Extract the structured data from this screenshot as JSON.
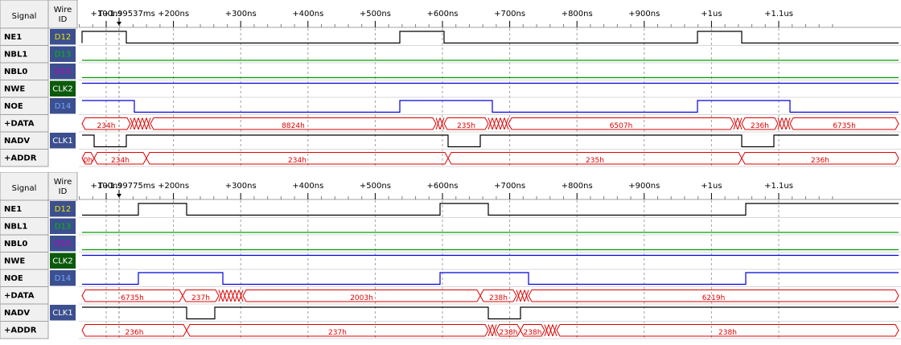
{
  "header": {
    "signal_label": "Signal",
    "wire_label_line1": "Wire",
    "wire_label_line2": "ID"
  },
  "colors": {
    "black_trace": "#000000",
    "green_trace": "#00a000",
    "blue_trace": "#0000e0",
    "bus_trace": "#e00000",
    "grid": "#a0a0a0",
    "id_d12": "#e8e800",
    "id_d13": "#00c000",
    "id_d15": "#c000c0",
    "id_d14": "#6fa8ff",
    "id_bg": "#3c4f8e",
    "clk2_bg": "#0b5a0b",
    "clk1_bg": "#3c4f8e"
  },
  "panels": [
    {
      "time_start": "T+1.99537ms",
      "ticks": [
        "+100ns",
        "+200ns",
        "+300ns",
        "+400ns",
        "+500ns",
        "+600ns",
        "+700ns",
        "+800ns",
        "+900ns",
        "+1us",
        "+1.1us"
      ],
      "signals": [
        {
          "name": "NE1",
          "wire": "D12",
          "wire_color": "#e8e800",
          "wire_bg": "#3c4f8e",
          "type": "digital",
          "color": "#000000",
          "init": 0,
          "edges": [
            [
              0,
              1
            ],
            [
              55,
              0
            ],
            [
              395,
              1
            ],
            [
              450,
              0
            ],
            [
              765,
              1
            ],
            [
              820,
              0
            ]
          ]
        },
        {
          "name": "NBL1",
          "wire": "D13",
          "wire_color": "#00c000",
          "wire_bg": "#3c4f8e",
          "type": "digital",
          "color": "#00a000",
          "init": 0,
          "edges": []
        },
        {
          "name": "NBL0",
          "wire": "D15",
          "wire_color": "#c000c0",
          "wire_bg": "#3c4f8e",
          "type": "digital",
          "color": "#00a000",
          "init": 0,
          "edges": []
        },
        {
          "name": "NWE",
          "wire": "CLK2",
          "wire_color": "#ffffff",
          "wire_bg": "#0b5a0b",
          "type": "digital",
          "color": "#0000e0",
          "init": 1,
          "edges": []
        },
        {
          "name": "NOE",
          "wire": "D14",
          "wire_color": "#6fa8ff",
          "wire_bg": "#3c4f8e",
          "type": "digital",
          "color": "#0000e0",
          "init": 1,
          "edges": [
            [
              65,
              0
            ],
            [
              395,
              1
            ],
            [
              510,
              0
            ],
            [
              765,
              1
            ],
            [
              880,
              0
            ]
          ]
        },
        {
          "name": "+DATA",
          "wire": "",
          "wire_color": "#ffffff",
          "wire_bg": "#ffffff",
          "type": "bus",
          "color": "#e00000",
          "segs": [
            [
              0,
              "234h"
            ],
            [
              60,
              "#"
            ],
            [
              85,
              "8824h"
            ],
            [
              440,
              "#"
            ],
            [
              450,
              "235h"
            ],
            [
              505,
              "#"
            ],
            [
              530,
              "6507h"
            ],
            [
              810,
              "#"
            ],
            [
              820,
              "236h"
            ],
            [
              865,
              "#"
            ],
            [
              880,
              "6735h"
            ]
          ]
        },
        {
          "name": "NADV",
          "wire": "CLK1",
          "wire_color": "#ffffff",
          "wire_bg": "#3c4f8e",
          "type": "digital",
          "color": "#000000",
          "init": 1,
          "edges": [
            [
              15,
              0
            ],
            [
              55,
              1
            ],
            [
              455,
              0
            ],
            [
              495,
              1
            ],
            [
              820,
              0
            ],
            [
              860,
              1
            ]
          ]
        },
        {
          "name": "+ADDR",
          "wire": "",
          "wire_color": "#ffffff",
          "wire_bg": "#ffffff",
          "type": "bus",
          "color": "#e00000",
          "segs": [
            [
              0,
              "0h"
            ],
            [
              15,
              "234h"
            ],
            [
              80,
              "234h"
            ],
            [
              455,
              "235h"
            ],
            [
              820,
              "236h"
            ]
          ]
        }
      ]
    },
    {
      "time_start": "T+1.99775ms",
      "ticks": [
        "+100ns",
        "+200ns",
        "+300ns",
        "+400ns",
        "+500ns",
        "+600ns",
        "+700ns",
        "+800ns",
        "+900ns",
        "+1us",
        "+1.1us"
      ],
      "signals": [
        {
          "name": "NE1",
          "wire": "D12",
          "wire_color": "#e8e800",
          "wire_bg": "#3c4f8e",
          "type": "digital",
          "color": "#000000",
          "init": 0,
          "edges": [
            [
              70,
              1
            ],
            [
              130,
              0
            ],
            [
              445,
              1
            ],
            [
              505,
              0
            ],
            [
              825,
              1
            ]
          ]
        },
        {
          "name": "NBL1",
          "wire": "D13",
          "wire_color": "#00c000",
          "wire_bg": "#3c4f8e",
          "type": "digital",
          "color": "#00a000",
          "init": 0,
          "edges": []
        },
        {
          "name": "NBL0",
          "wire": "D15",
          "wire_color": "#c000c0",
          "wire_bg": "#3c4f8e",
          "type": "digital",
          "color": "#00a000",
          "init": 0,
          "edges": []
        },
        {
          "name": "NWE",
          "wire": "CLK2",
          "wire_color": "#ffffff",
          "wire_bg": "#0b5a0b",
          "type": "digital",
          "color": "#0000e0",
          "init": 1,
          "edges": []
        },
        {
          "name": "NOE",
          "wire": "D14",
          "wire_color": "#6fa8ff",
          "wire_bg": "#3c4f8e",
          "type": "digital",
          "color": "#0000e0",
          "init": 0,
          "edges": [
            [
              70,
              1
            ],
            [
              175,
              0
            ],
            [
              445,
              1
            ],
            [
              555,
              0
            ],
            [
              825,
              1
            ]
          ]
        },
        {
          "name": "+DATA",
          "wire": "",
          "wire_color": "#ffffff",
          "wire_bg": "#ffffff",
          "type": "bus",
          "color": "#e00000",
          "segs": [
            [
              0,
              "6735h"
            ],
            [
              125,
              "237h"
            ],
            [
              170,
              "#"
            ],
            [
              200,
              "2003h"
            ],
            [
              495,
              "238h"
            ],
            [
              540,
              "#"
            ],
            [
              555,
              "6219h"
            ]
          ]
        },
        {
          "name": "NADV",
          "wire": "CLK1",
          "wire_color": "#ffffff",
          "wire_bg": "#3c4f8e",
          "type": "digital",
          "color": "#000000",
          "init": 1,
          "edges": [
            [
              130,
              0
            ],
            [
              165,
              1
            ],
            [
              505,
              0
            ],
            [
              545,
              1
            ]
          ]
        },
        {
          "name": "+ADDR",
          "wire": "",
          "wire_color": "#ffffff",
          "wire_bg": "#ffffff",
          "type": "bus",
          "color": "#e00000",
          "segs": [
            [
              0,
              "236h"
            ],
            [
              130,
              "237h"
            ],
            [
              505,
              "#"
            ],
            [
              515,
              "238h"
            ],
            [
              545,
              "238h"
            ],
            [
              575,
              "#"
            ],
            [
              590,
              "238h"
            ]
          ]
        }
      ]
    }
  ]
}
